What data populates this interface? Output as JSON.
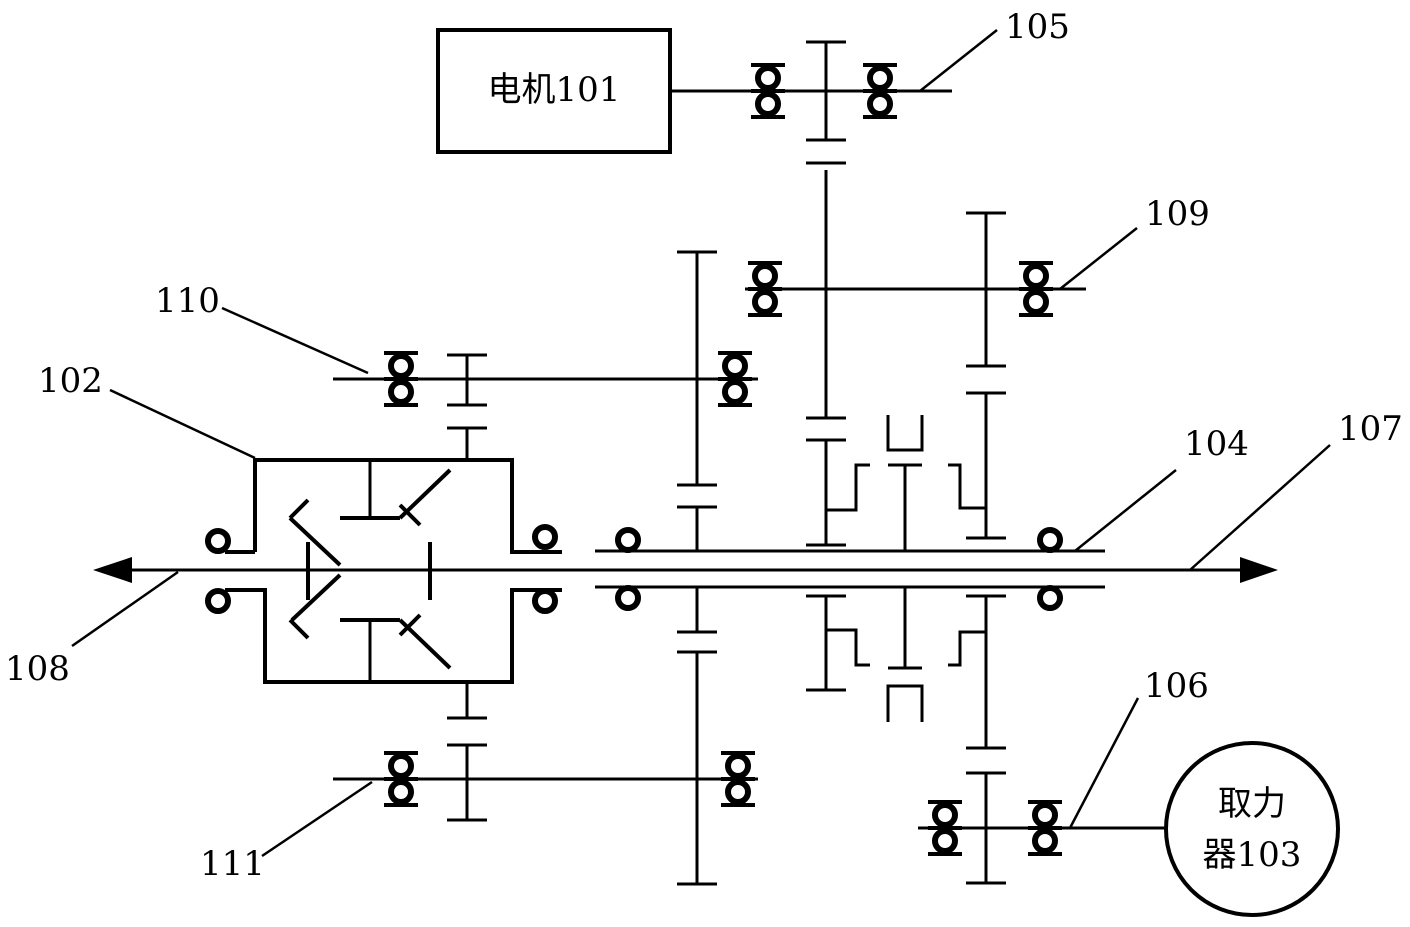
{
  "components": {
    "motor_label": "电机101",
    "pto_label_line1": "取力",
    "pto_label_line2": "器103"
  },
  "callouts": {
    "c102": "102",
    "c104": "104",
    "c105": "105",
    "c106": "106",
    "c107": "107",
    "c108": "108",
    "c109": "109",
    "c110": "110",
    "c111": "111"
  }
}
